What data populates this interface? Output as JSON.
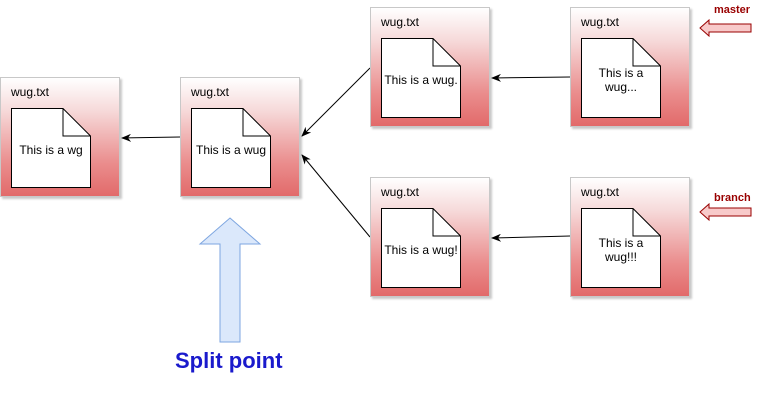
{
  "commits": [
    {
      "id": "c1",
      "title": "wug.txt",
      "content": "This is a wg"
    },
    {
      "id": "c2",
      "title": "wug.txt",
      "content": "This is a wug"
    },
    {
      "id": "c3",
      "title": "wug.txt",
      "content": "This is a wug."
    },
    {
      "id": "c4",
      "title": "wug.txt",
      "content": "This is a\nwug..."
    },
    {
      "id": "c5",
      "title": "wug.txt",
      "content": "This is a wug!"
    },
    {
      "id": "c6",
      "title": "wug.txt",
      "content": "This is a\nwug!!!"
    }
  ],
  "edges": [
    {
      "from": "c2",
      "to": "c1"
    },
    {
      "from": "c3",
      "to": "c2"
    },
    {
      "from": "c4",
      "to": "c3"
    },
    {
      "from": "c5",
      "to": "c2"
    },
    {
      "from": "c6",
      "to": "c5"
    }
  ],
  "refs": {
    "master": "master",
    "branch": "branch"
  },
  "split_point": {
    "label": "Split point"
  },
  "colors": {
    "box_gradient_bottom": "#e26a6a",
    "ref_arrow_fill": "#f8caca",
    "ref_arrow_stroke": "#990000",
    "ref_label": "#990000",
    "split_arrow_fill": "#dbe8fb",
    "split_arrow_stroke": "#7ea6e0",
    "split_label": "#1a1acc"
  }
}
